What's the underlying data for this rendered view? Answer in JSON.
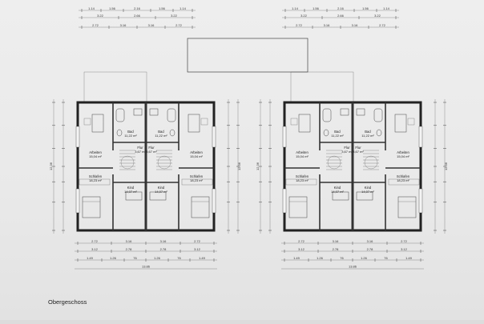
{
  "sheet": {
    "floor_label": "Obergeschoss"
  },
  "dims": {
    "top_row1": [
      "1.14",
      "1.56",
      "2.16",
      "1.56",
      "1.14"
    ],
    "top_row2": [
      "3.22",
      "2.66",
      "3.22"
    ],
    "top_row3": [
      "2.72",
      "3.16",
      "3.16",
      "2.72"
    ],
    "bottom_row1": [
      "2.72",
      "3.16",
      "3.16",
      "2.72"
    ],
    "bottom_row2": [
      "3.12",
      "2.78",
      "2.78",
      "3.12"
    ],
    "bottom_row3": [
      "1.49",
      "1.26",
      "76",
      "1.26",
      "76",
      "1.49"
    ],
    "total": "13.86",
    "side_total": "12.36"
  },
  "rooms": {
    "bad": {
      "name": "Bad",
      "area": "11,22 m²"
    },
    "arbeiten": {
      "name": "Arbeiten",
      "area": "15,04 m²"
    },
    "flur": {
      "name": "Flur",
      "area": "3,67 m²"
    },
    "schlafen": {
      "name": "Schlafen",
      "area": "18,23 m²"
    },
    "kind": {
      "name": "Kind",
      "area": "14,07 m²"
    }
  }
}
